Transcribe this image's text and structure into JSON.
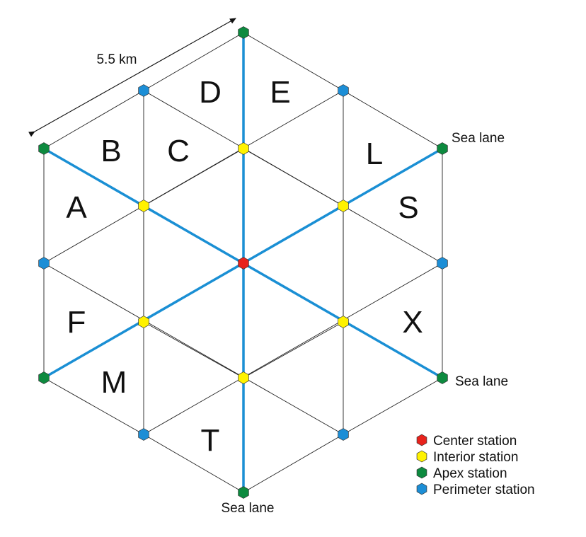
{
  "scale_label": "5.5 km",
  "sea_lane_labels": [
    "Sea lane",
    "Sea lane",
    "Sea lane"
  ],
  "regions": [
    "A",
    "B",
    "C",
    "D",
    "E",
    "L",
    "S",
    "X",
    "T",
    "M",
    "F"
  ],
  "legend": [
    {
      "label": "Center station",
      "color": "#e8221c"
    },
    {
      "label": "Interior station",
      "color": "#fff200"
    },
    {
      "label": "Apex station",
      "color": "#0d8a3f"
    },
    {
      "label": "Perimeter station",
      "color": "#1c8ed6"
    }
  ],
  "colors": {
    "sea_lane": "#1a8fd4",
    "center": "#e8221c",
    "interior": "#fff200",
    "apex": "#0d8a3f",
    "perimeter": "#1c8ed6"
  }
}
